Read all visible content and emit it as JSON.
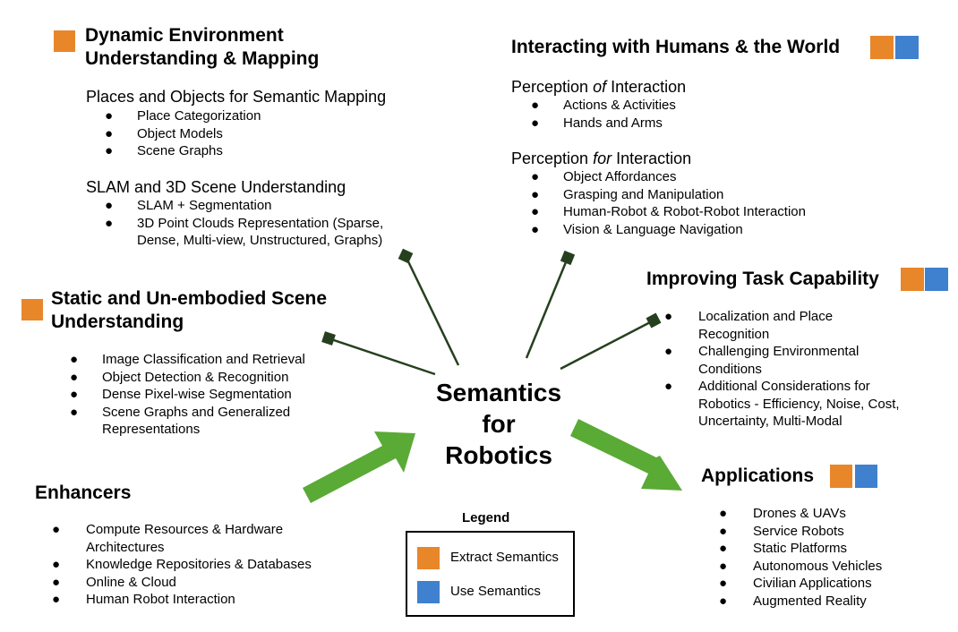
{
  "colors": {
    "extract": "#e8862a",
    "use": "#3f80cf",
    "connector": "#26401f",
    "arrow": "#5aaa36"
  },
  "center": {
    "line1": "Semantics",
    "line2": "for",
    "line3": "Robotics"
  },
  "dynamic": {
    "title_line1": "Dynamic Environment",
    "title_line2": "Understanding & Mapping",
    "sub1": "Places and Objects for Semantic Mapping",
    "items1": [
      "Place Categorization",
      "Object Models",
      "Scene Graphs"
    ],
    "sub2": "SLAM and 3D Scene Understanding",
    "items2": [
      "SLAM + Segmentation",
      "3D Point Clouds Representation (Sparse,",
      "Dense, Multi-view, Unstructured, Graphs)"
    ]
  },
  "interacting": {
    "title": "Interacting with Humans & the World",
    "sub1_pre": "Perception ",
    "sub1_em": "of",
    "sub1_post": " Interaction",
    "items1": [
      "Actions & Activities",
      "Hands and Arms"
    ],
    "sub2_pre": "Perception ",
    "sub2_em": "for",
    "sub2_post": " Interaction",
    "items2": [
      "Object Affordances",
      "Grasping and Manipulation",
      "Human-Robot & Robot-Robot Interaction",
      "Vision & Language Navigation"
    ]
  },
  "static": {
    "title_line1": "Static and Un-embodied Scene",
    "title_line2": "Understanding",
    "items": [
      "Image Classification and Retrieval",
      "Object Detection & Recognition",
      "Dense Pixel-wise Segmentation",
      "Scene Graphs and Generalized",
      "Representations"
    ]
  },
  "improving": {
    "title": "Improving Task Capability",
    "items": [
      "Localization and Place",
      "Recognition",
      "Challenging Environmental",
      "Conditions",
      "Additional Considerations for",
      "Robotics - Efficiency, Noise, Cost,",
      "Uncertainty, Multi-Modal"
    ]
  },
  "enhancers": {
    "title": "Enhancers",
    "items": [
      "Compute Resources & Hardware",
      "Architectures",
      "Knowledge Repositories & Databases",
      "Online & Cloud",
      "Human Robot Interaction"
    ]
  },
  "applications": {
    "title": "Applications",
    "items": [
      "Drones & UAVs",
      "Service Robots",
      "Static Platforms",
      "Autonomous Vehicles",
      "Civilian Applications",
      "Augmented Reality"
    ]
  },
  "legend": {
    "title": "Legend",
    "extract_label": "Extract Semantics",
    "use_label": "Use Semantics"
  },
  "bullet": "●"
}
